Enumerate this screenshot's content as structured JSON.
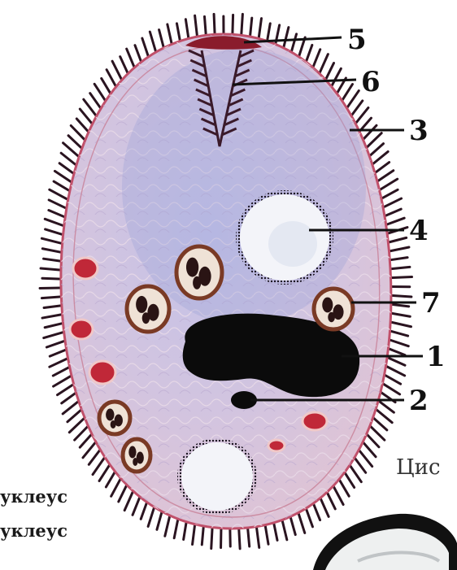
{
  "callouts": [
    "5",
    "6",
    "3",
    "4",
    "7",
    "1",
    "2"
  ],
  "side_text": {
    "line1": "уклеус",
    "line2": "уклеус",
    "fig_label": "Цис"
  },
  "colors": {
    "cell_fill": "#c9c2e2",
    "cilia": "#2a1420",
    "membrane": "#c0506a",
    "macronucleus": "#0a0a0a",
    "vacuole": "#f3f4f9",
    "food_vacuole_ring": "#7a3a25",
    "pigment_spot": "#c02838"
  }
}
